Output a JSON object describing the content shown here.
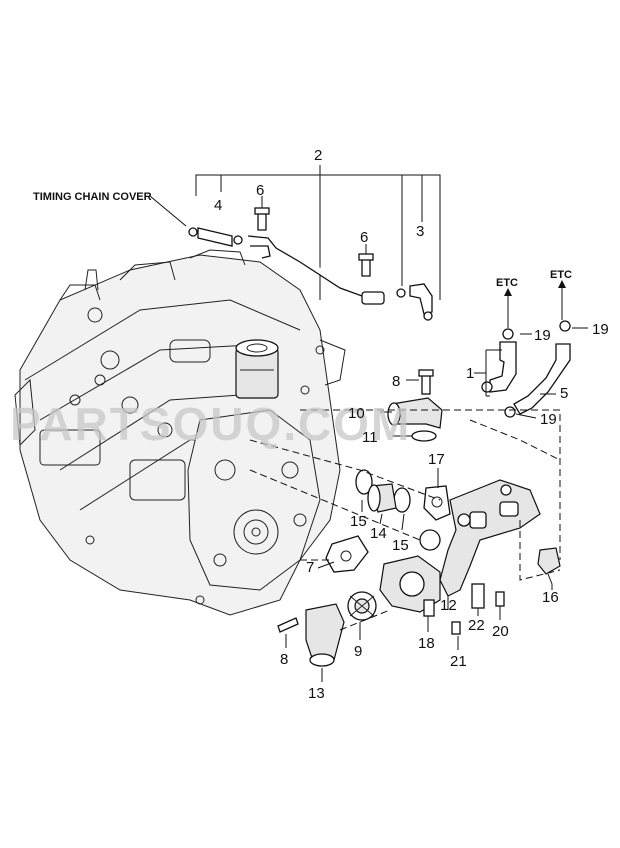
{
  "notes": {
    "timing_chain_cover": "TIMING CHAIN COVER",
    "etc_left": "ETC",
    "etc_right": "ETC"
  },
  "watermark": "PARTSOUQ.COM",
  "callouts": {
    "c1": "1",
    "c2": "2",
    "c3": "3",
    "c4": "4",
    "c5": "5",
    "c6a": "6",
    "c6b": "6",
    "c7": "7",
    "c8a": "8",
    "c8b": "8",
    "c9": "9",
    "c10": "10",
    "c11": "11",
    "c12": "12",
    "c13": "13",
    "c14": "14",
    "c15a": "15",
    "c15b": "15",
    "c16": "16",
    "c17": "17",
    "c18": "18",
    "c19a": "19",
    "c19b": "19",
    "c19c": "19",
    "c20": "20",
    "c21": "21",
    "c22": "22"
  }
}
